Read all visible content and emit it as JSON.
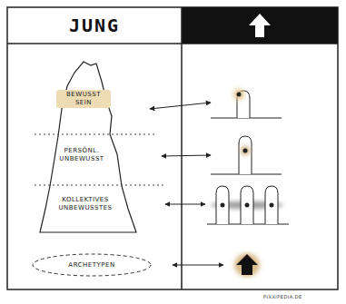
{
  "diagram": {
    "title": "JUNG",
    "nodes": [
      {
        "text": [
          "BEWUSST SEIN"
        ]
      },
      {
        "text": [
          "PERSÖNL. UNBEWUSST"
        ]
      },
      {
        "text": [
          "KOLLEKTIVES UNBEWUSSTES"
        ]
      },
      {
        "text": [
          "ARCHETYPEN"
        ]
      }
    ],
    "labels": [
      "PIXXIPEDIA.DE"
    ]
  }
}
